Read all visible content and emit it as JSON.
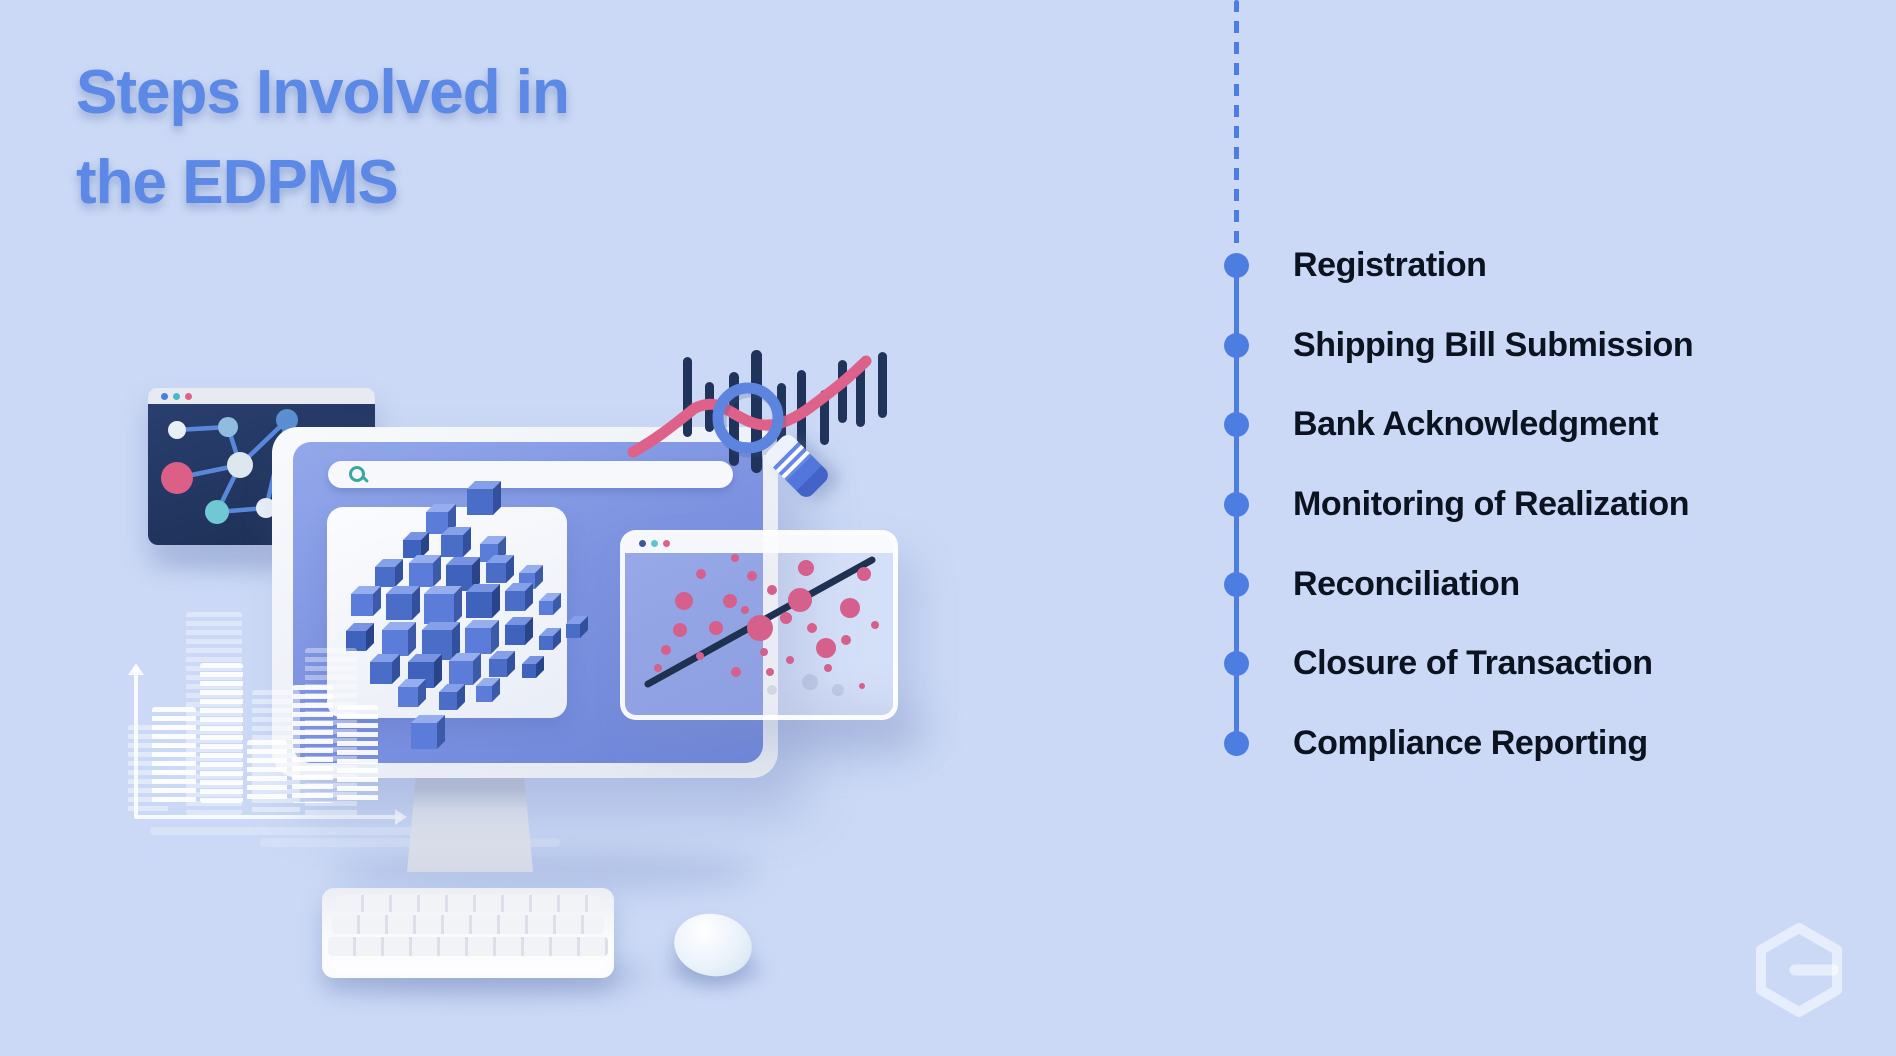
{
  "title": {
    "line1": "Steps Involved in",
    "line2": "the EDPMS"
  },
  "steps": [
    "Registration",
    "Shipping Bill Submission",
    "Bank Acknowledgment",
    "Monitoring of Realization",
    "Reconciliation",
    "Closure of Transaction",
    "Compliance Reporting"
  ],
  "colors": {
    "background": "#cbd9f6",
    "title_blue": "#5c88e6",
    "timeline_blue": "#4c7ee2",
    "step_text": "#0c1320",
    "navy": "#20335a",
    "pink": "#dd6189",
    "teal": "#3aa8a0",
    "screen_blue": "#7d93e1",
    "cube_blue": "#4a6ec8",
    "white": "#f6f8fc"
  },
  "icons": {
    "search": "magnifier-glyph",
    "window_controls": "traffic-light-dots",
    "magnifier": "magnifying-glass-ring",
    "eraser": "eraser-marker",
    "axis": "arrow-axes",
    "logo": "hexagon-g"
  }
}
